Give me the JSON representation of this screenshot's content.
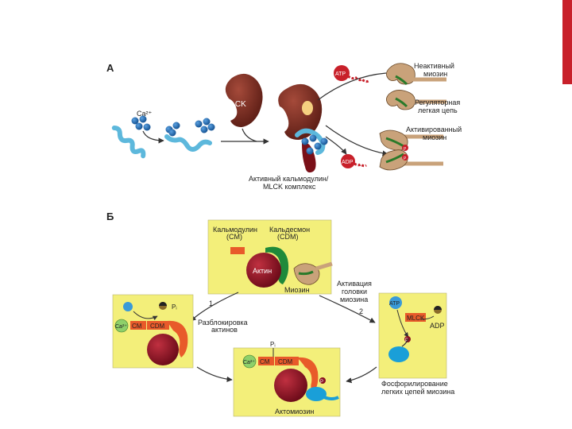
{
  "colors": {
    "accent": "#c8202a",
    "panel": "#f3ef7a",
    "calcium": "#1f6fb5",
    "calmodulin": "#8fd2ea",
    "mlck": "#7a2b22",
    "actin": "#8a1020",
    "caldesmon": "#1f8a3a",
    "myosin": "#c9a27a"
  },
  "panel_a": {
    "label": "А",
    "ca": "Ca²⁺",
    "mlck": "MLCK",
    "atp": "ATP",
    "adp": "ADP",
    "inactive": [
      "Неактивный",
      "миозин"
    ],
    "regulatory": [
      "Регуляторная",
      "легкая цепь"
    ],
    "activated": [
      "Активированный",
      "миозин"
    ],
    "complex": [
      "Активный кальмодулин/",
      "MLCK комплекс"
    ]
  },
  "panel_b": {
    "label": "Б",
    "calmodulin": [
      "Кальмодулин",
      "(CM)"
    ],
    "caldesmon": [
      "Кальдесмон",
      "(CDM)"
    ],
    "actin": "Актин",
    "myosin": "Миозин",
    "head_activation": [
      "Активация",
      "головки",
      "миозина"
    ],
    "step1": "1",
    "step2": "2",
    "unblocking": [
      "Разблокировка",
      "актинов"
    ],
    "phosphorylation": [
      "Фосфорилирование",
      "легких цепей миозина"
    ],
    "actomyosin": "Актомиозин",
    "ca2": "Ca²⁺",
    "cm": "CM",
    "cdm": "CDM",
    "pi": "Pᵢ",
    "p": "P",
    "atp": "ATP",
    "adp": "ADP",
    "mlck": "MLCK"
  }
}
